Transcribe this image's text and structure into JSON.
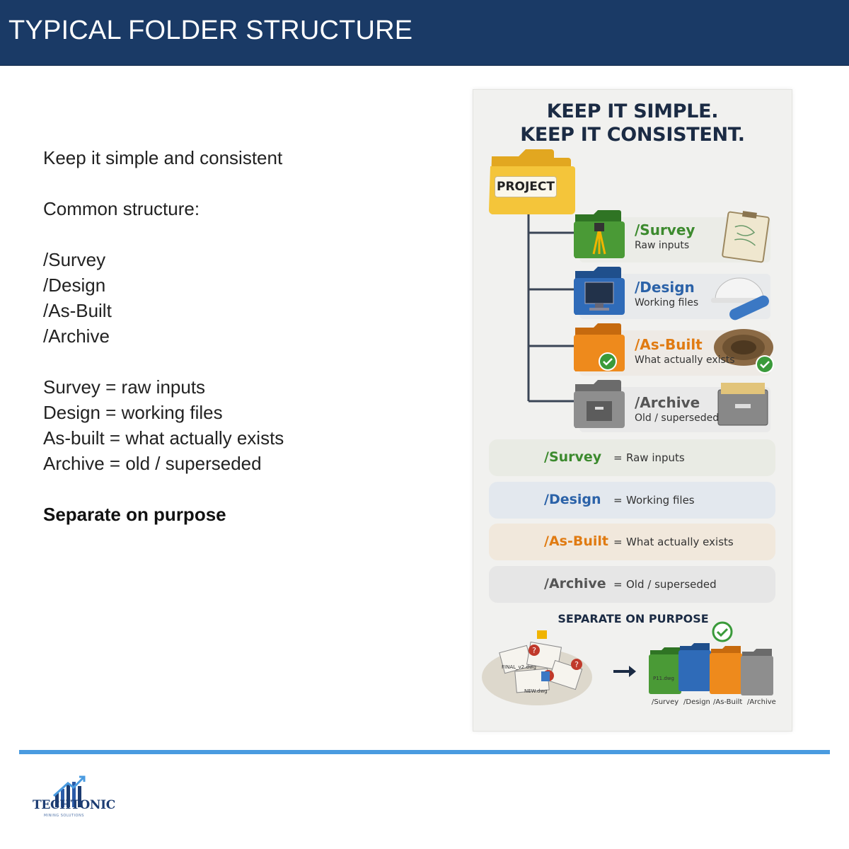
{
  "header": {
    "title": "TYPICAL FOLDER STRUCTURE"
  },
  "body": {
    "intro": "Keep it simple and consistent",
    "structure_heading": "Common structure:",
    "folders": [
      "/Survey",
      "/Design",
      "/As-Built",
      "/Archive"
    ],
    "definitions": [
      "Survey = raw inputs",
      "Design = working files",
      "As-built = what actually exists",
      "Archive = old / superseded"
    ],
    "closing": "Separate on purpose"
  },
  "infographic": {
    "heading_line1": "KEEP IT SIMPLE.",
    "heading_line2": "KEEP IT CONSISTENT.",
    "root_label": "PROJECT",
    "tree": [
      {
        "name": "/Survey",
        "desc": "Raw inputs",
        "color": "#3c8a2e"
      },
      {
        "name": "/Design",
        "desc": "Working files",
        "color": "#2b62a8"
      },
      {
        "name": "/As-Built",
        "desc": "What actually exists",
        "color": "#e07b12"
      },
      {
        "name": "/Archive",
        "desc": "Old / superseded",
        "color": "#555555"
      }
    ],
    "legend": [
      {
        "name": "/Survey",
        "eq": "=",
        "desc": "Raw inputs",
        "color": "#3c8a2e",
        "bg": "#e9ebe4"
      },
      {
        "name": "/Design",
        "eq": "=",
        "desc": "Working files",
        "color": "#2b62a8",
        "bg": "#e3e8ee"
      },
      {
        "name": "/As-Built",
        "eq": "=",
        "desc": "What actually exists",
        "color": "#e07b12",
        "bg": "#f1e8dc"
      },
      {
        "name": "/Archive",
        "eq": "=",
        "desc": "Old / superseded",
        "color": "#555555",
        "bg": "#e6e6e6"
      }
    ],
    "separate_title": "SEPARATE ON PURPOSE",
    "scatter_file_labels": [
      "P11.dwg",
      "FINAL_v2.dwg",
      "NEW.dwg"
    ],
    "bottom_folders": [
      "/Survey",
      "/Design",
      "/As-Built",
      "/Archive"
    ]
  },
  "footer": {
    "logo_text": "TECHTONIC",
    "logo_tagline": "MINING SOLUTIONS"
  }
}
